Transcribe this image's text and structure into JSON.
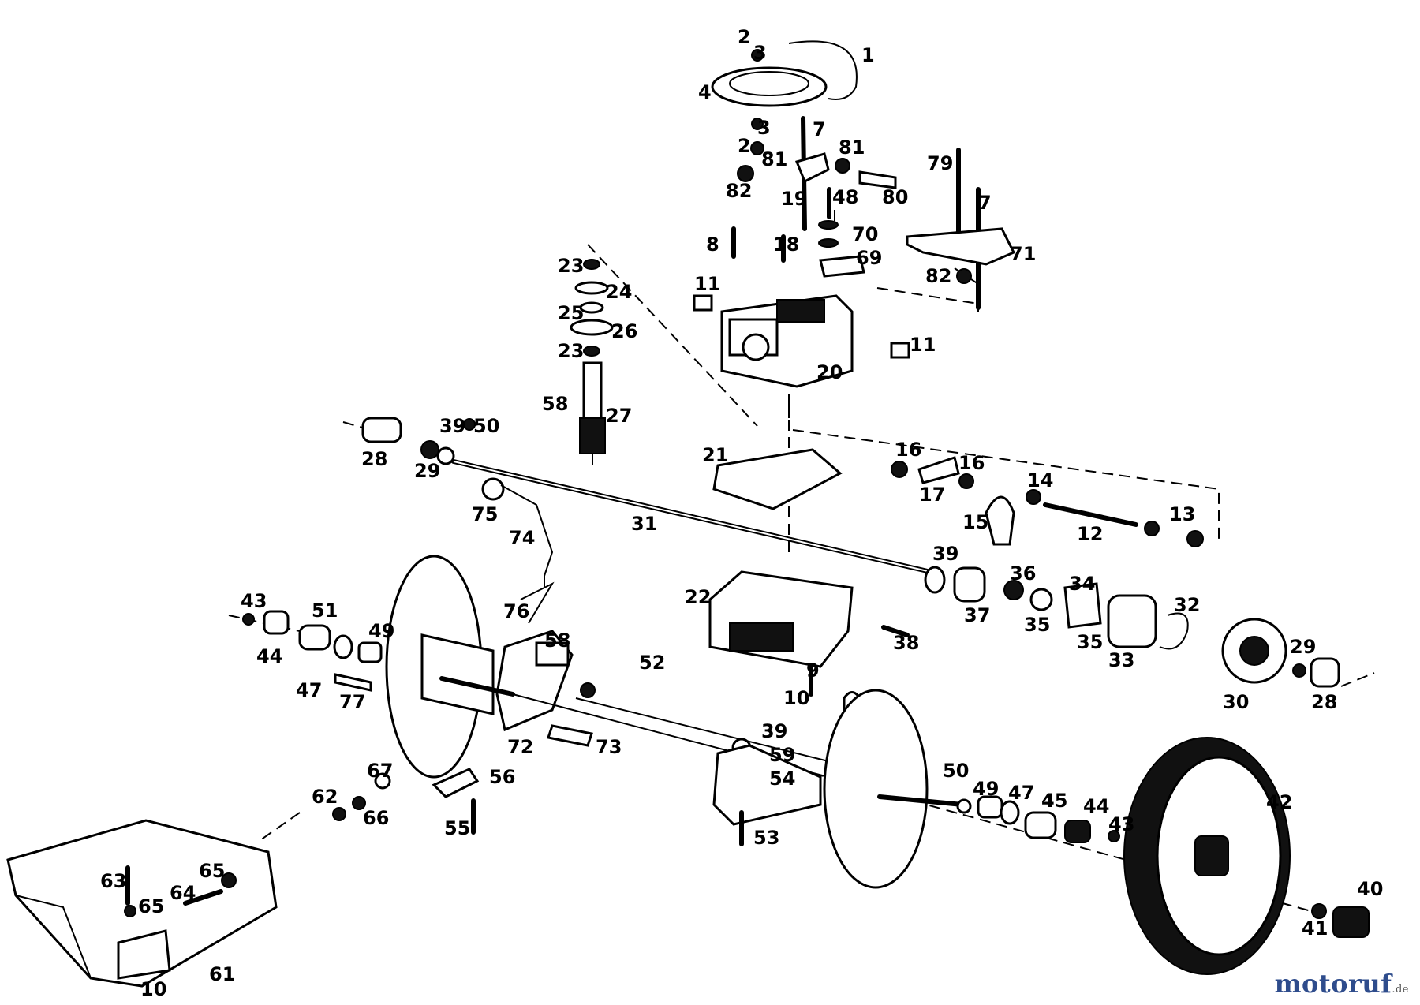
{
  "watermark": {
    "text": "motoruf",
    "suffix": ".de"
  },
  "colors": {
    "line": "#000000",
    "background": "#ffffff",
    "watermark": "#2e4c8c"
  },
  "labels": {
    "l1": "1",
    "l2": "2",
    "l2a": "2",
    "l3a": "3",
    "l3b": "3",
    "l4": "4",
    "l7a": "7",
    "l7b": "7",
    "l8": "8",
    "l9": "9",
    "l10a": "10",
    "l10b": "10",
    "l11a": "11",
    "l11b": "11",
    "l12": "12",
    "l13": "13",
    "l14": "14",
    "l15": "15",
    "l16a": "16",
    "l16b": "16",
    "l17": "17",
    "l18": "18",
    "l19": "19",
    "l20": "20",
    "l21": "21",
    "l22": "22",
    "l23a": "23",
    "l23b": "23",
    "l24": "24",
    "l25": "25",
    "l26": "26",
    "l27": "27",
    "l28a": "28",
    "l28b": "28",
    "l29a": "29",
    "l29b": "29",
    "l30": "30",
    "l31": "31",
    "l32": "32",
    "l33": "33",
    "l34": "34",
    "l35a": "35",
    "l35b": "35",
    "l36": "36",
    "l37": "37",
    "l38": "38",
    "l39a": "39",
    "l39b": "39",
    "l39c": "39",
    "l40": "40",
    "l41": "41",
    "l42": "42",
    "l43a": "43",
    "l43b": "43",
    "l44a": "44",
    "l44b": "44",
    "l45": "45",
    "l47a": "47",
    "l47b": "47",
    "l48": "48",
    "l49a": "49",
    "l49b": "49",
    "l50a": "50",
    "l50b": "50",
    "l51": "51",
    "l52": "52",
    "l53": "53",
    "l54": "54",
    "l55": "55",
    "l56": "56",
    "l58a": "58",
    "l58b": "58",
    "l59": "59",
    "l61": "61",
    "l62": "62",
    "l63": "63",
    "l64": "64",
    "l65a": "65",
    "l65b": "65",
    "l66": "66",
    "l67": "67",
    "l69": "69",
    "l70": "70",
    "l71": "71",
    "l72": "72",
    "l73": "73",
    "l74": "74",
    "l75": "75",
    "l76": "76",
    "l77": "77",
    "l79": "79",
    "l80": "80",
    "l81a": "81",
    "l81b": "81",
    "l82a": "82",
    "l82b": "82"
  }
}
